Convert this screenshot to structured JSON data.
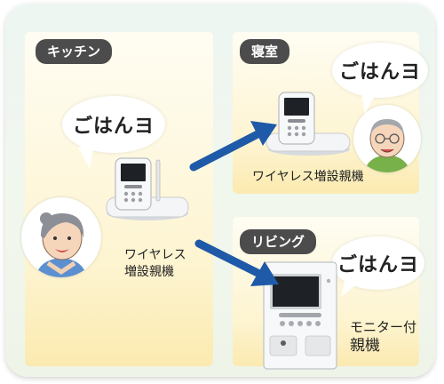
{
  "rooms": {
    "kitchen": {
      "label": "キッチン",
      "bubble": "ごはんヨ",
      "device_label_line1": "ワイヤレス",
      "device_label_line2": "増設親機"
    },
    "bedroom": {
      "label": "寝室",
      "bubble": "ごはんヨ",
      "device_label": "ワイヤレス増設親機"
    },
    "living": {
      "label": "リビング",
      "bubble": "ごはんヨ",
      "device_label_line1": "モニター付",
      "device_label_line2": "親機"
    }
  },
  "colors": {
    "arrow": "#1f5aa8",
    "tag_bg": "#4c4c4c",
    "panel_bottom": "#fbeab0"
  },
  "icons": [
    "wireless-handset-icon",
    "monitor-master-unit-icon",
    "woman-portrait-icon",
    "man-portrait-icon",
    "arrow-icon"
  ]
}
